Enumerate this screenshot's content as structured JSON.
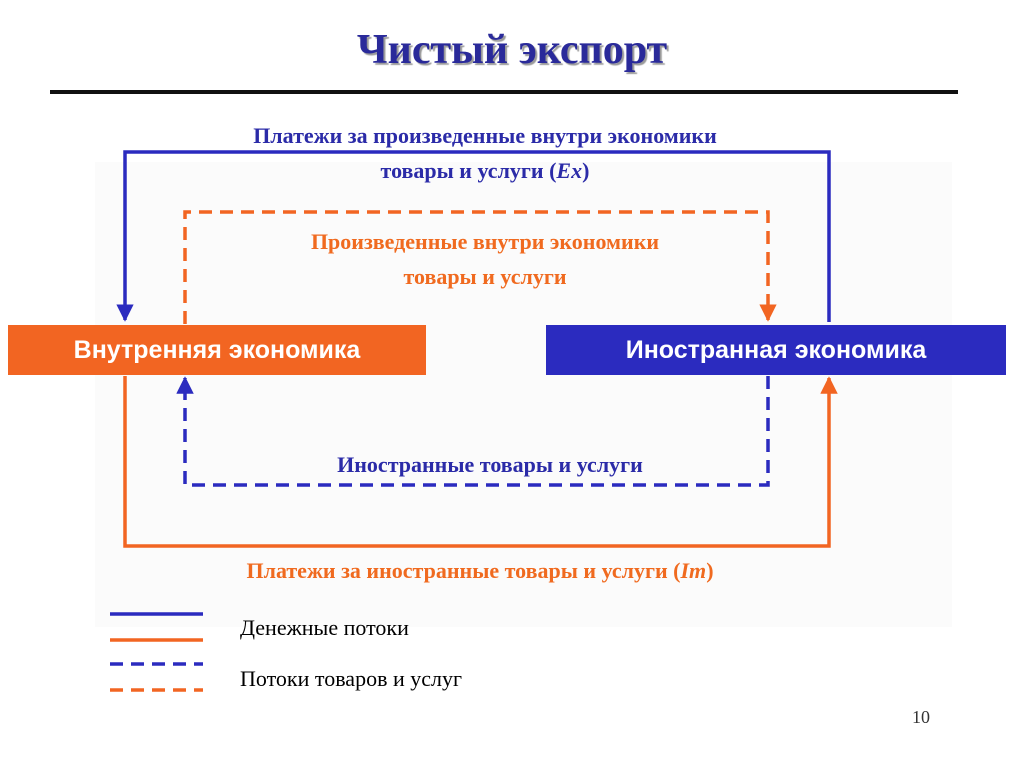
{
  "title": "Чистый экспорт",
  "boxes": {
    "domestic": "Внутренняя экономика",
    "foreign": "Иностранная экономика"
  },
  "flows": {
    "export_payments_line1": "Платежи за произведенные внутри экономики",
    "export_payments_line2_prefix": "товары и услуги (",
    "export_payments_symbol": "Ex",
    "export_payments_line2_suffix": ")",
    "domestic_goods_line1": "Произведенные внутри экономики",
    "domestic_goods_line2": "товары и услуги",
    "foreign_goods": "Иностранные товары и услуги",
    "import_payments_prefix": "Платежи за иностранные товары и услуги (",
    "import_payments_symbol": "Im",
    "import_payments_suffix": ")"
  },
  "legend": {
    "money_flows": "Денежные потоки",
    "goods_flows": "Потоки товаров и услуг"
  },
  "page_number": "10",
  "colors": {
    "blue": "#2b2bbf",
    "orange": "#f26522",
    "title": "#2a2a9a"
  }
}
